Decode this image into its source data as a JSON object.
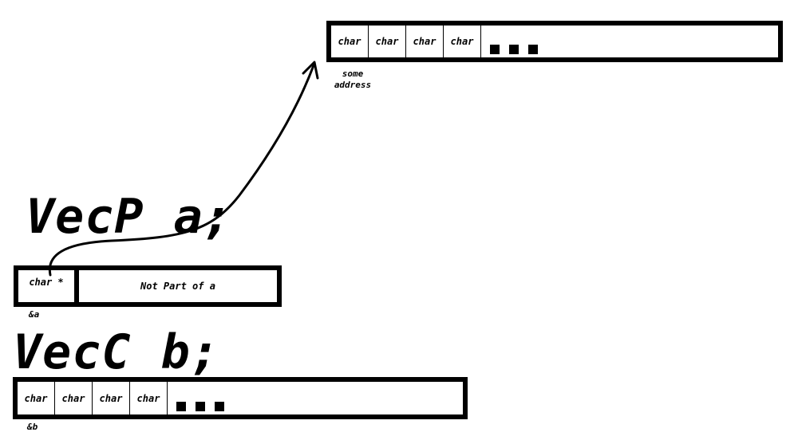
{
  "heap_block": {
    "cells": [
      "char",
      "char",
      "char",
      "char"
    ],
    "address_label": "some\naddress"
  },
  "vec_p": {
    "declaration": "VecP a;",
    "pointer_cell": "char *",
    "not_part_label": "Not Part of a",
    "address_label": "&a"
  },
  "vec_c": {
    "declaration": "VecC b;",
    "cells": [
      "char",
      "char",
      "char",
      "char"
    ],
    "address_label": "&b"
  }
}
